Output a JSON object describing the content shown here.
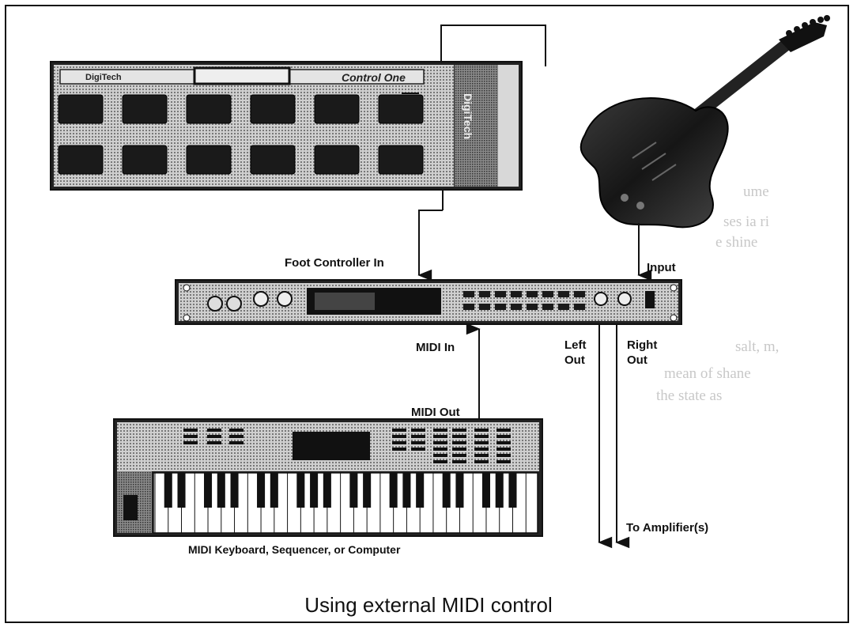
{
  "caption": "Using external MIDI control",
  "labels": {
    "foot_controller_in": "Foot Controller In",
    "input": "Input",
    "midi_in": "MIDI In",
    "midi_out": "MIDI Out",
    "left_out": "Left\nOut",
    "right_out": "Right\nOut",
    "to_amplifier": "To Amplifier(s)",
    "keyboard": "MIDI Keyboard, Sequencer, or Computer"
  },
  "foot_controller": {
    "brand": "DigiTech",
    "model": "Control One"
  },
  "colors": {
    "line": "#111111",
    "device_dark": "#1a1a1a",
    "device_gray": "#9a9a9a",
    "background": "#ffffff"
  }
}
